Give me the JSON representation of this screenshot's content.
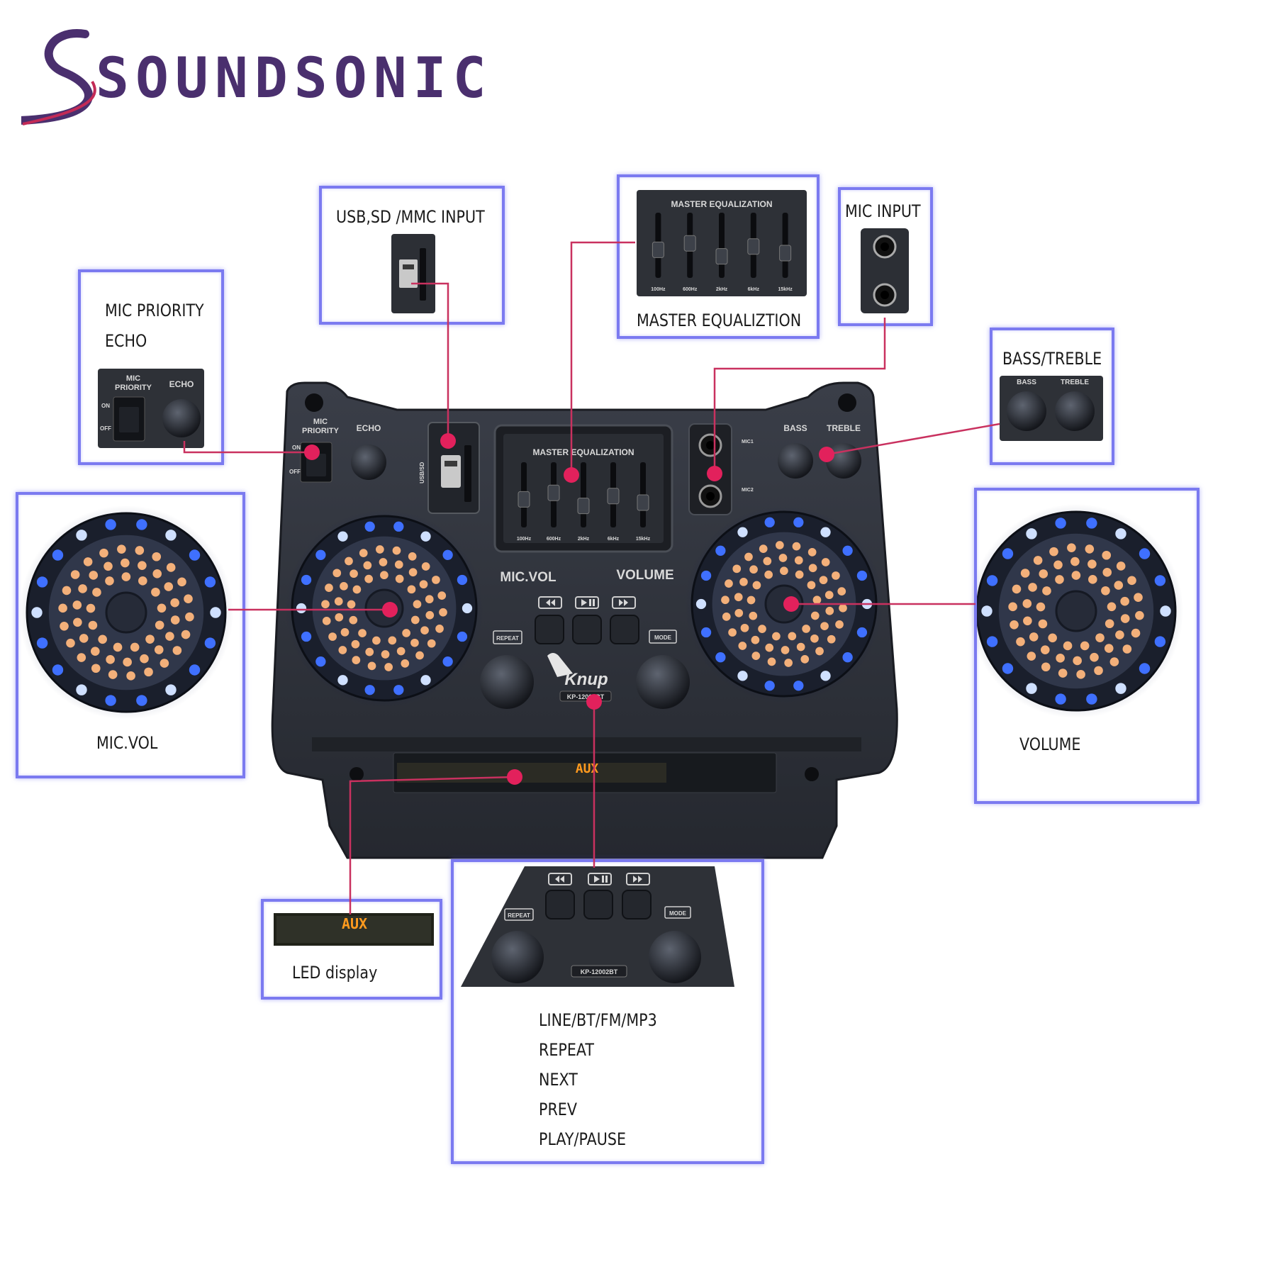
{
  "brand": {
    "logo_text": "SOUNDSONIC",
    "color_primary": "#4a2f6e",
    "color_swoosh": "#c32a56"
  },
  "colors": {
    "callout_border": "#7b7af0",
    "leader_line": "#c9315f",
    "dot": "#e2215c",
    "speaker_body": "#2d3038",
    "led_blue": "#2f63ff",
    "led_amber": "#f3b07a"
  },
  "callouts": {
    "usb": {
      "title": "USB,SD /MMC INPUT"
    },
    "eq": {
      "title": "MASTER EQUALIZTION",
      "inset_heading": "MASTER EQUALIZATION",
      "bands": [
        "100Hz",
        "600Hz",
        "2kHz",
        "6kHz",
        "15kHz"
      ]
    },
    "mic_input": {
      "title": "MIC INPUT"
    },
    "mic_priority": {
      "title_line1": "MIC PRIORITY",
      "title_line2": "ECHO",
      "inset_mic": "MIC",
      "inset_priority": "PRIORITY",
      "inset_echo": "ECHO",
      "inset_on": "ON",
      "inset_off": "OFF"
    },
    "bass_treble": {
      "title": "BASS/TREBLE",
      "inset_bass": "BASS",
      "inset_treble": "TREBLE"
    },
    "mic_vol": {
      "title": "MIC.VOL"
    },
    "volume": {
      "title": "VOLUME"
    },
    "led": {
      "title": "LED display",
      "readout": "AUX"
    },
    "mode": {
      "lines": [
        "LINE/BT/FM/MP3",
        "REPEAT",
        "NEXT",
        "PREV",
        "PLAY/PAUSE"
      ],
      "inset_repeat": "REPEAT",
      "inset_mode": "MODE",
      "inset_model": "KP-12002BT"
    }
  },
  "speaker": {
    "panel_mic": "MIC",
    "panel_priority": "PRIORITY",
    "panel_echo": "ECHO",
    "panel_on": "ON",
    "panel_off": "OFF",
    "panel_usbsd": "USB/SD",
    "panel_eq": "MASTER EQUALIZATION",
    "panel_eq_bands": [
      "100Hz",
      "600Hz",
      "2kHz",
      "6kHz",
      "15kHz"
    ],
    "panel_mic1": "MIC1",
    "panel_mic2": "MIC2",
    "panel_bass": "BASS",
    "panel_treble": "TREBLE",
    "panel_micvol": "MIC.VOL",
    "panel_volume": "VOLUME",
    "panel_repeat": "REPEAT",
    "panel_mode": "MODE",
    "panel_model": "KP-12002BT",
    "panel_led": "AUX",
    "brand_badge": "Knup"
  }
}
